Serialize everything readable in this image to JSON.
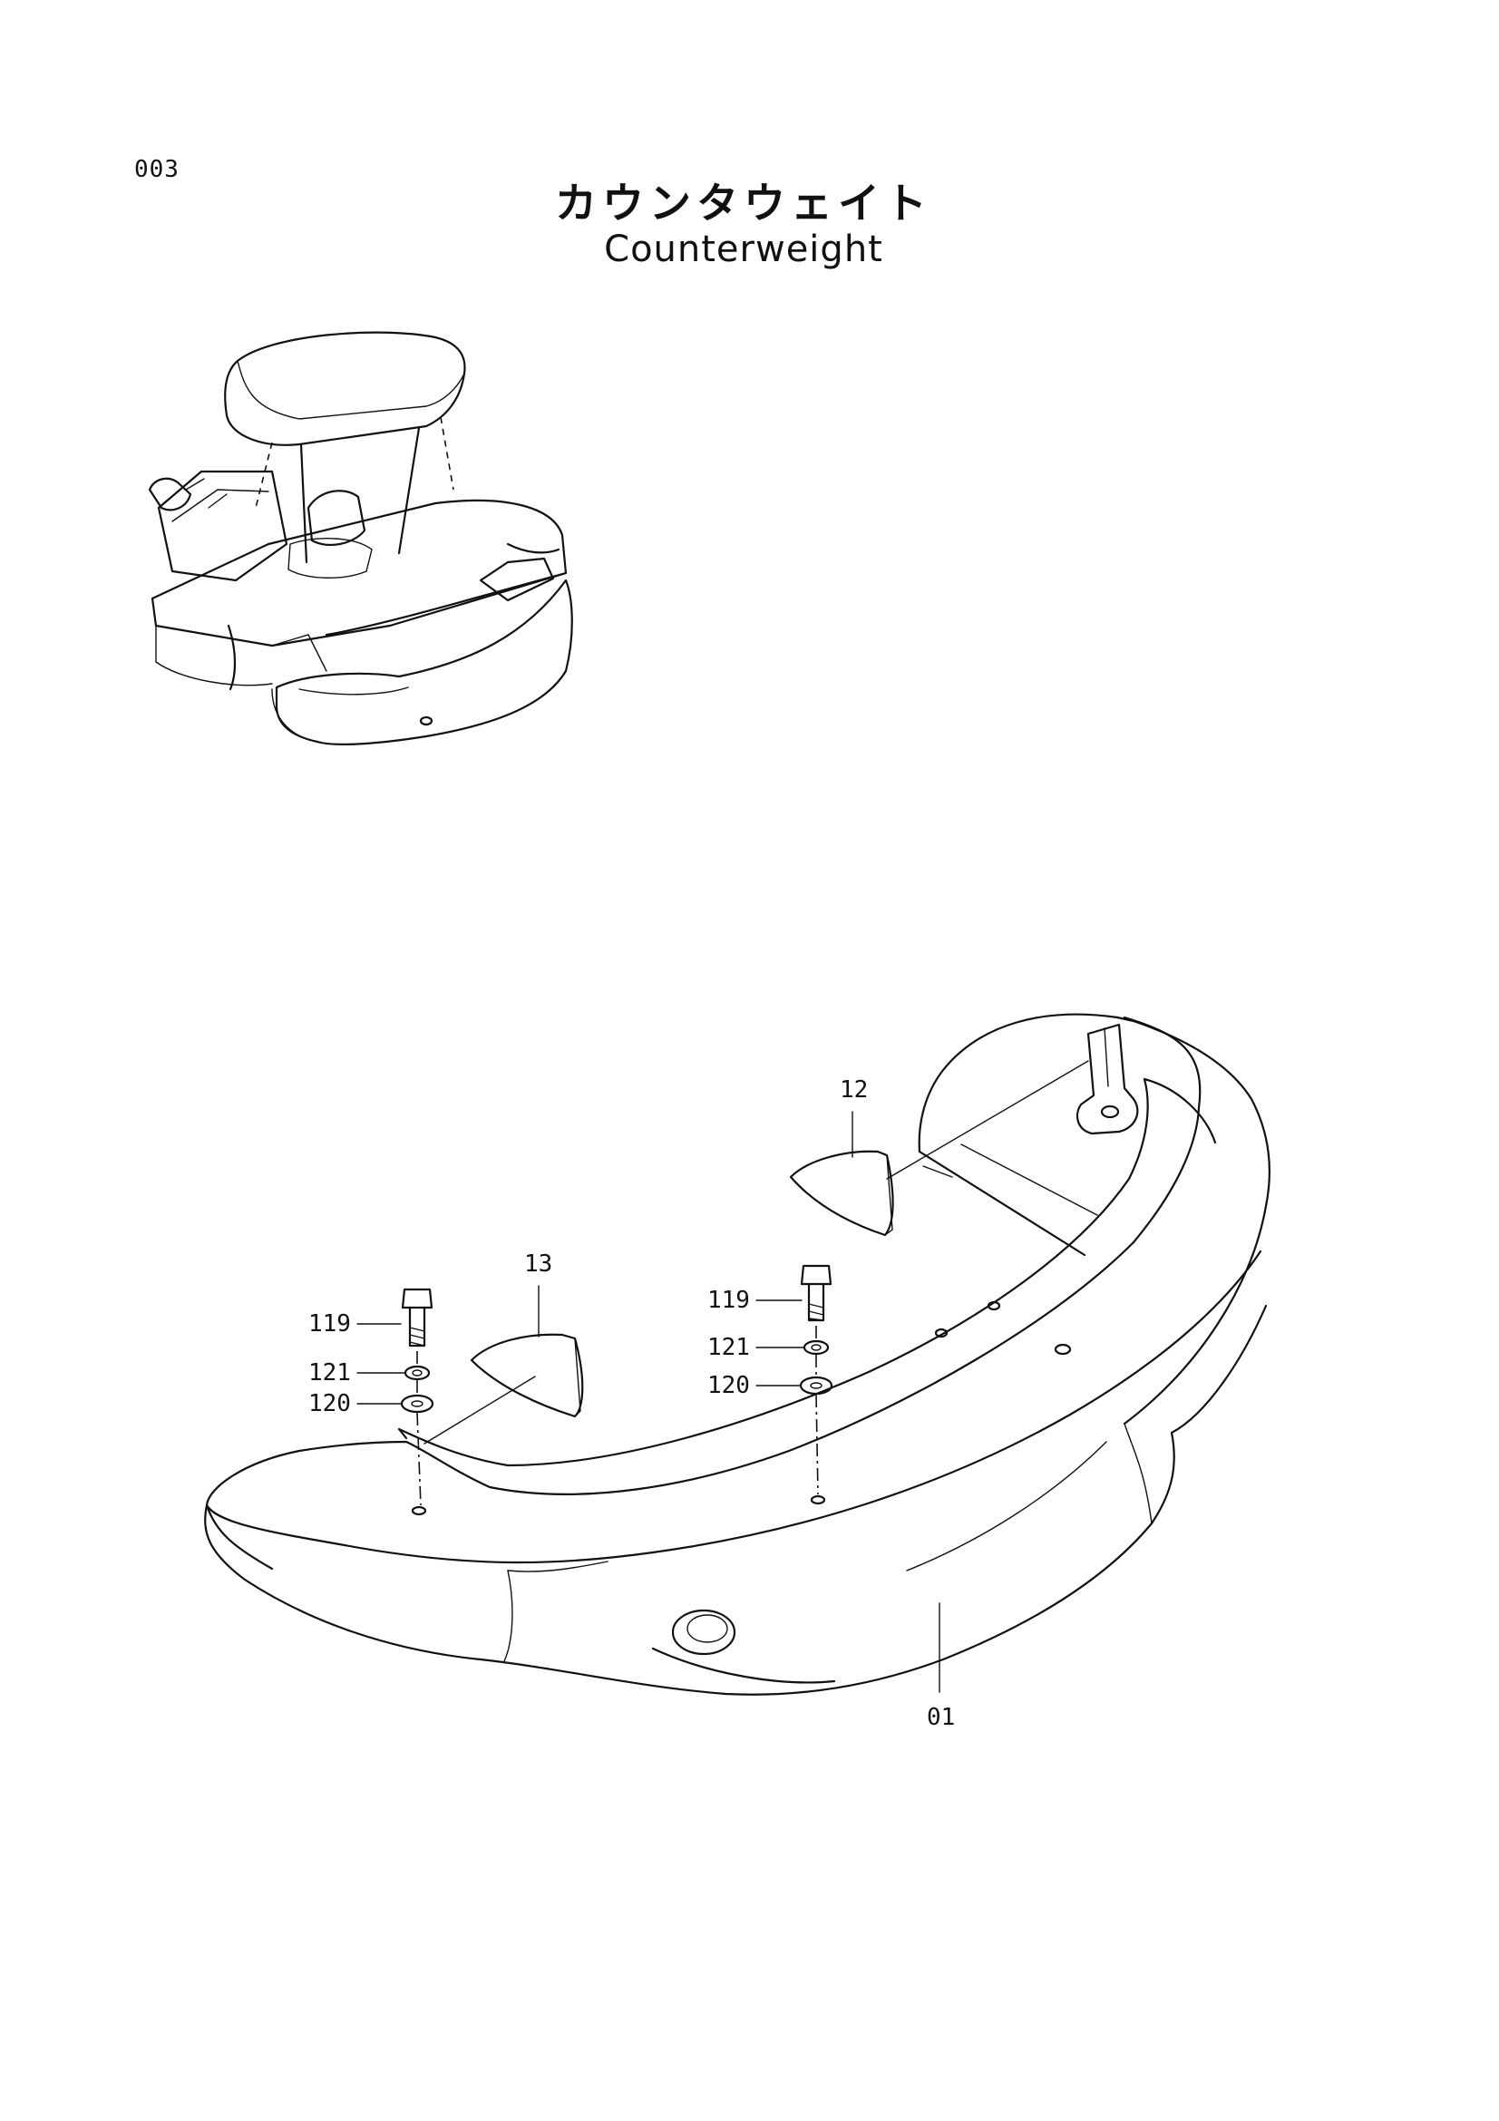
{
  "header": {
    "page_code": "003",
    "title_ja": "カウンタウェイト",
    "title_en": "Counterweight"
  },
  "callouts": [
    {
      "id": "c12",
      "label": "12"
    },
    {
      "id": "c13",
      "label": "13"
    },
    {
      "id": "c119a",
      "label": "119"
    },
    {
      "id": "c121a",
      "label": "121"
    },
    {
      "id": "c120a",
      "label": "120"
    },
    {
      "id": "c119b",
      "label": "119"
    },
    {
      "id": "c121b",
      "label": "121"
    },
    {
      "id": "c120b",
      "label": "120"
    },
    {
      "id": "c01",
      "label": "01"
    }
  ],
  "colors": {
    "ink": "#111111",
    "stipple": "#9a9a9a",
    "paper": "#ffffff"
  }
}
